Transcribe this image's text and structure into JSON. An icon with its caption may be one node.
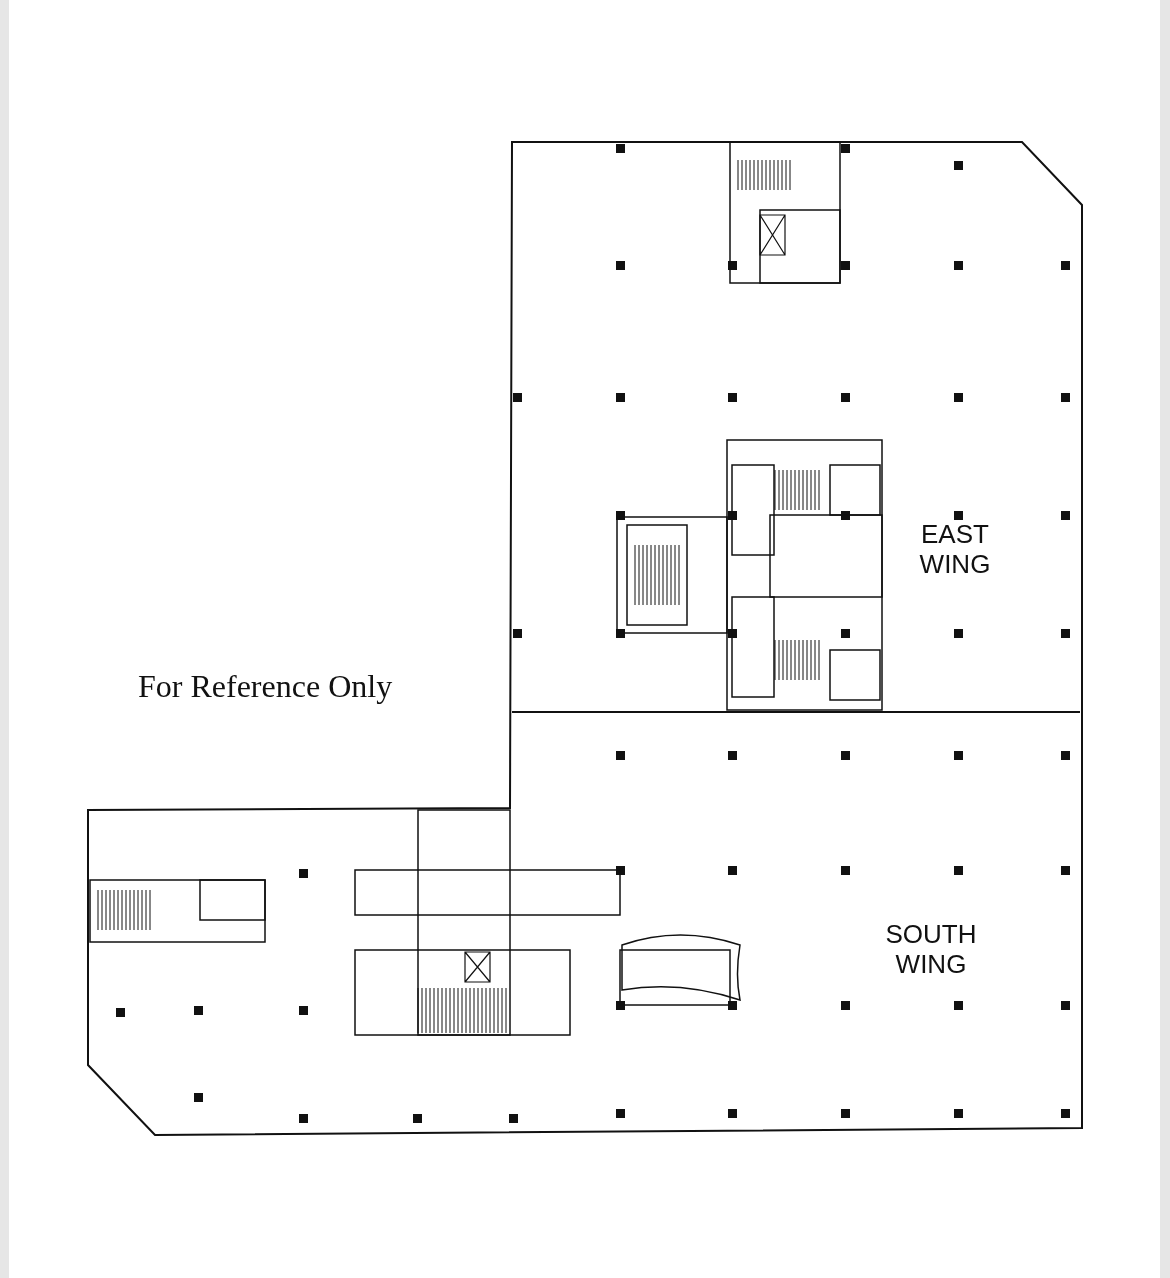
{
  "diagram": {
    "labels": [
      "EAST WING",
      "For Reference Only",
      "SOUTH WING"
    ]
  }
}
